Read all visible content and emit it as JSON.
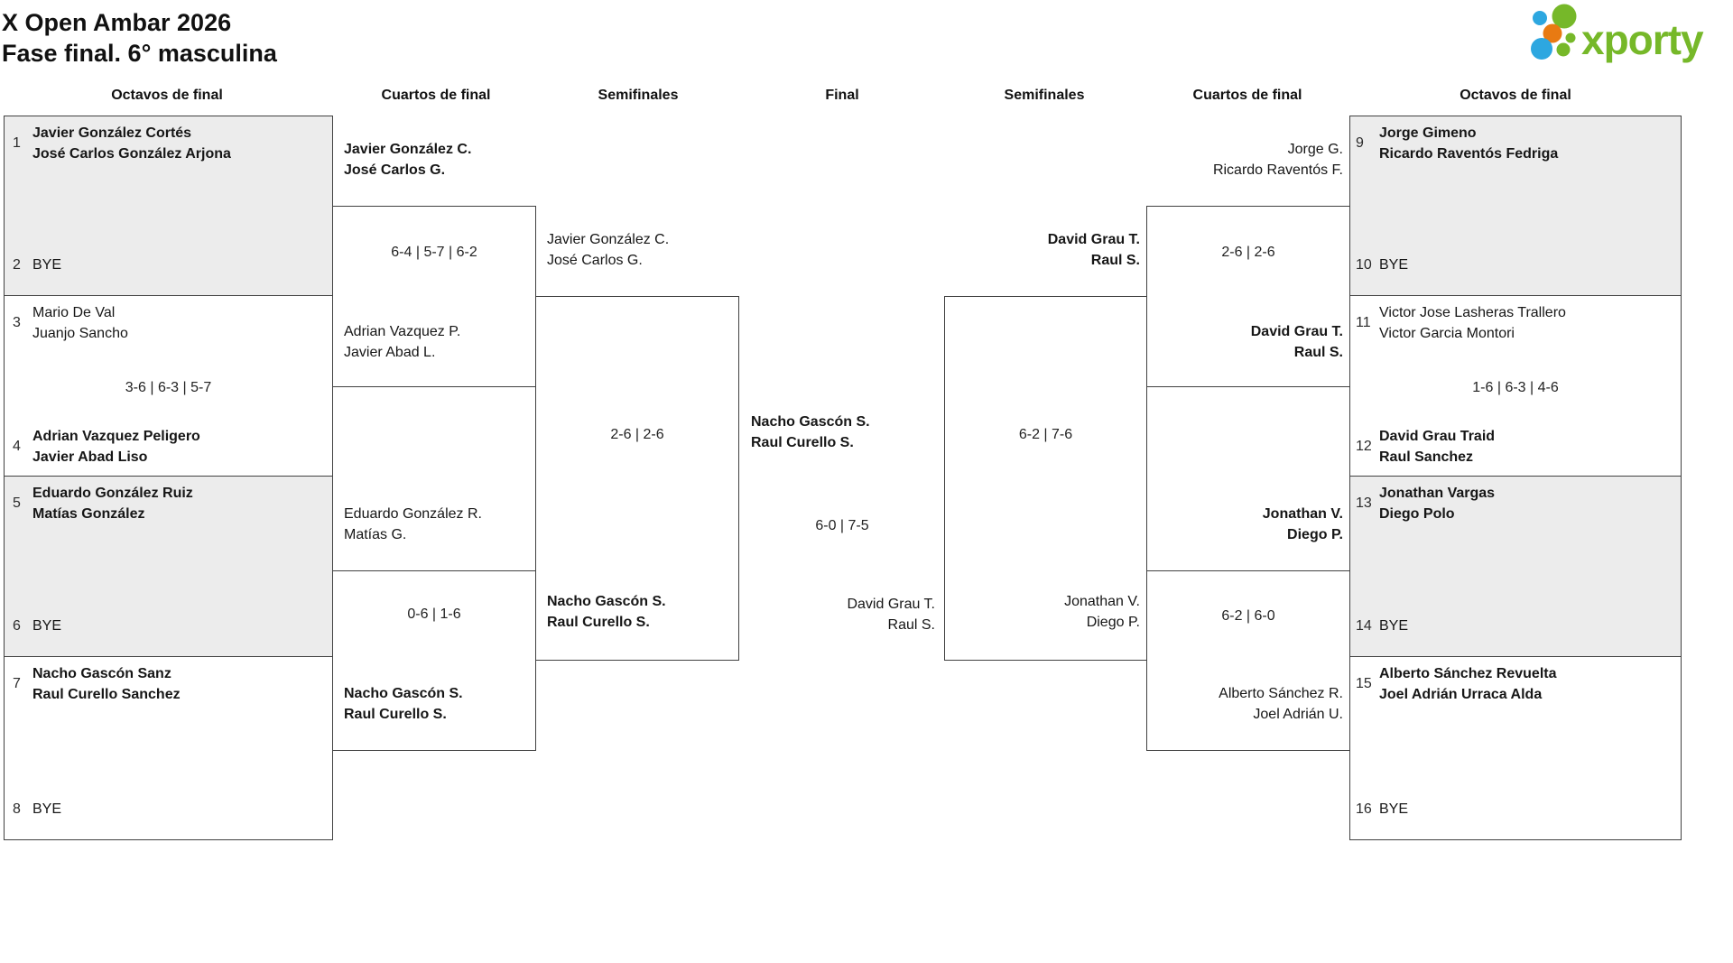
{
  "header": {
    "title_line1": "X Open Ambar 2026",
    "title_line2": "Fase final. 6° masculina",
    "logo_text": "xporty"
  },
  "rounds": [
    "Octavos de final",
    "Cuartos de final",
    "Semifinales",
    "Final",
    "Semifinales",
    "Cuartos de final",
    "Octavos de final"
  ],
  "colors": {
    "logo_green": "#76b829",
    "logo_blue": "#2da7e0",
    "logo_orange": "#e87a12",
    "box_grey": "#ececec",
    "line": "#414141"
  },
  "matches": {
    "l16": [
      {
        "sa": "1",
        "a1": "Javier González Cortés",
        "a2": "José Carlos González Arjona",
        "sb": "2",
        "b": "BYE"
      },
      {
        "sa": "3",
        "a1": "Mario De Val",
        "a2": "Juanjo Sancho",
        "score": "3-6 | 6-3 | 5-7",
        "sb": "4",
        "b1": "Adrian Vazquez Peligero",
        "b2": "Javier Abad Liso"
      },
      {
        "sa": "5",
        "a1": "Eduardo González Ruiz",
        "a2": "Matías González",
        "sb": "6",
        "b": "BYE"
      },
      {
        "sa": "7",
        "a1": "Nacho Gascón Sanz",
        "a2": "Raul Curello Sanchez",
        "sb": "8",
        "b": "BYE"
      }
    ],
    "lqf": [
      {
        "a1": "Javier González C.",
        "a2": "José Carlos G.",
        "score": "6-4 | 5-7 | 6-2",
        "b1": "Adrian Vazquez P.",
        "b2": "Javier Abad L."
      },
      {
        "a1": "Eduardo González R.",
        "a2": "Matías G.",
        "score": "0-6 | 1-6",
        "b1": "Nacho Gascón S.",
        "b2": "Raul Curello S."
      }
    ],
    "lsf": {
      "a1": "Javier González C.",
      "a2": "José Carlos G.",
      "score": "2-6 | 2-6",
      "b1": "Nacho Gascón S.",
      "b2": "Raul Curello S."
    },
    "final": {
      "a1": "Nacho Gascón S.",
      "a2": "Raul Curello S.",
      "score": "6-0 | 7-5",
      "b1": "David Grau T.",
      "b2": "Raul S."
    },
    "rsf": {
      "a1": "David Grau T.",
      "a2": "Raul S.",
      "score": "6-2 | 7-6",
      "b1": "Jonathan V.",
      "b2": "Diego P."
    },
    "rqf": [
      {
        "a1": "Jorge G.",
        "a2": "Ricardo Raventós F.",
        "score": "2-6 | 2-6",
        "b1": "David Grau T.",
        "b2": "Raul S."
      },
      {
        "a1": "Jonathan V.",
        "a2": "Diego P.",
        "score": "6-2 | 6-0",
        "b1": "Alberto Sánchez R.",
        "b2": "Joel Adrián U."
      }
    ],
    "r16": [
      {
        "sa": "9",
        "a1": "Jorge Gimeno",
        "a2": "Ricardo Raventós Fedriga",
        "sb": "10",
        "b": "BYE"
      },
      {
        "sa": "11",
        "a1": "Victor Jose Lasheras Trallero",
        "a2": "Victor Garcia Montori",
        "score": "1-6 | 6-3 | 4-6",
        "sb": "12",
        "b1": "David Grau Traid",
        "b2": "Raul Sanchez"
      },
      {
        "sa": "13",
        "a1": "Jonathan Vargas",
        "a2": "Diego Polo",
        "sb": "14",
        "b": "BYE"
      },
      {
        "sa": "15",
        "a1": "Alberto Sánchez Revuelta",
        "a2": "Joel Adrián Urraca Alda",
        "sb": "16",
        "b": "BYE"
      }
    ]
  }
}
